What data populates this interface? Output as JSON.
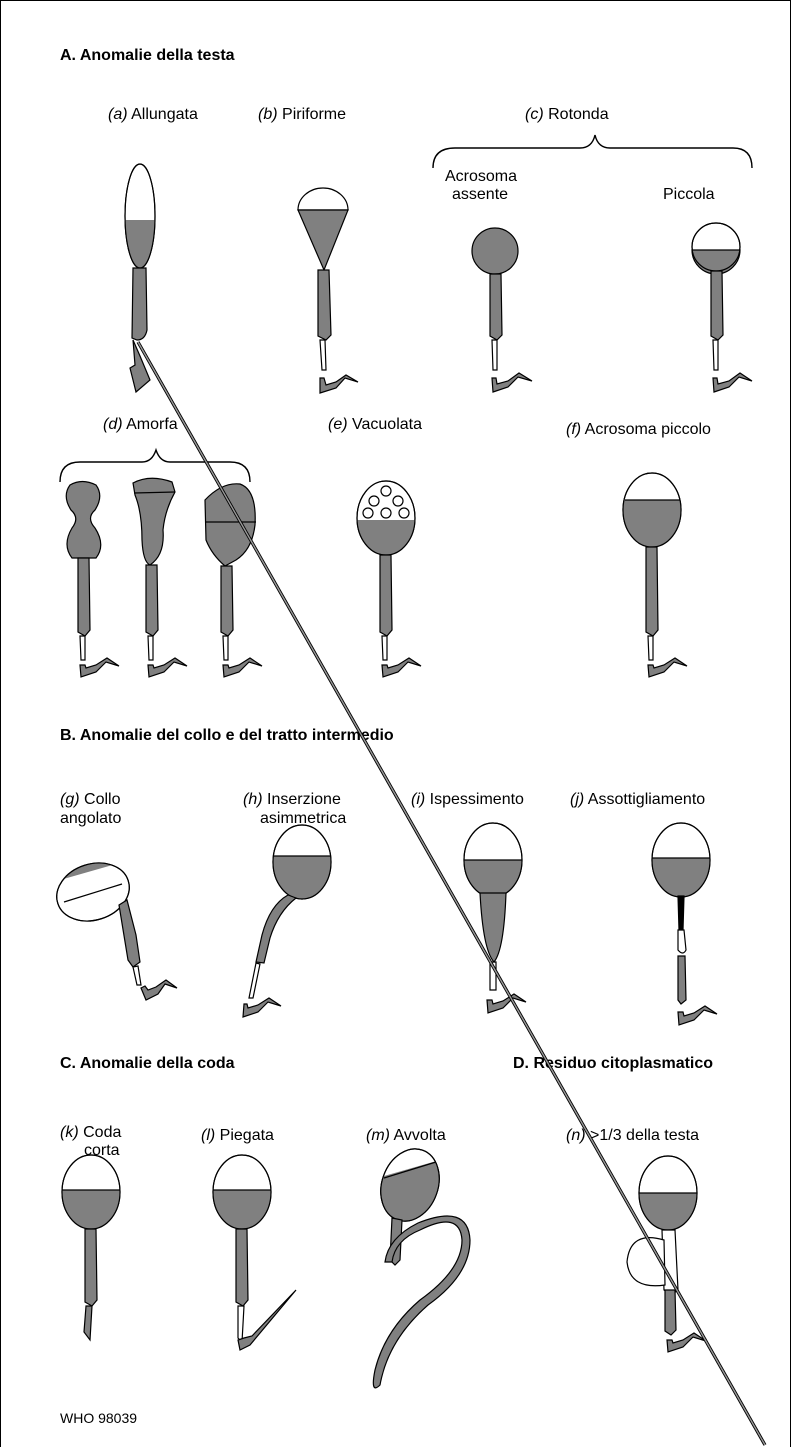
{
  "sections": {
    "a": "A. Anomalie della testa",
    "b": "B. Anomalie del collo e del tratto intermedio",
    "c": "C. Anomalie della coda",
    "d": "D. Residuo citoplasmatico"
  },
  "labels": {
    "a": {
      "letter": "(a)",
      "text": "Allungata"
    },
    "b": {
      "letter": "(b)",
      "text": "Piriforme"
    },
    "c": {
      "letter": "(c)",
      "text": "Rotonda"
    },
    "c_acro1": "Acrosoma",
    "c_acro2": "assente",
    "c_small": "Piccola",
    "d": {
      "letter": "(d)",
      "text": "Amorfa"
    },
    "e": {
      "letter": "(e)",
      "text": "Vacuolata"
    },
    "f": {
      "letter": "(f)",
      "text": "Acrosoma piccolo"
    },
    "g": {
      "letter": "(g)",
      "text1": "Collo",
      "text2": "angolato"
    },
    "h": {
      "letter": "(h)",
      "text1": "Inserzione",
      "text2": "asimmetrica"
    },
    "i": {
      "letter": "(i)",
      "text": "Ispessimento"
    },
    "j": {
      "letter": "(j)",
      "text": "Assottigliamento"
    },
    "k": {
      "letter": "(k)",
      "text1": "Coda",
      "text2": "corta"
    },
    "l": {
      "letter": "(l)",
      "text": "Piegata"
    },
    "m": {
      "letter": "(m)",
      "text": "Avvolta"
    },
    "n": {
      "letter": "(n)",
      "text": ">1/3 della testa"
    }
  },
  "footer": "WHO 98039",
  "colors": {
    "fill": "#808080",
    "outline": "#000000",
    "background": "#ffffff"
  }
}
